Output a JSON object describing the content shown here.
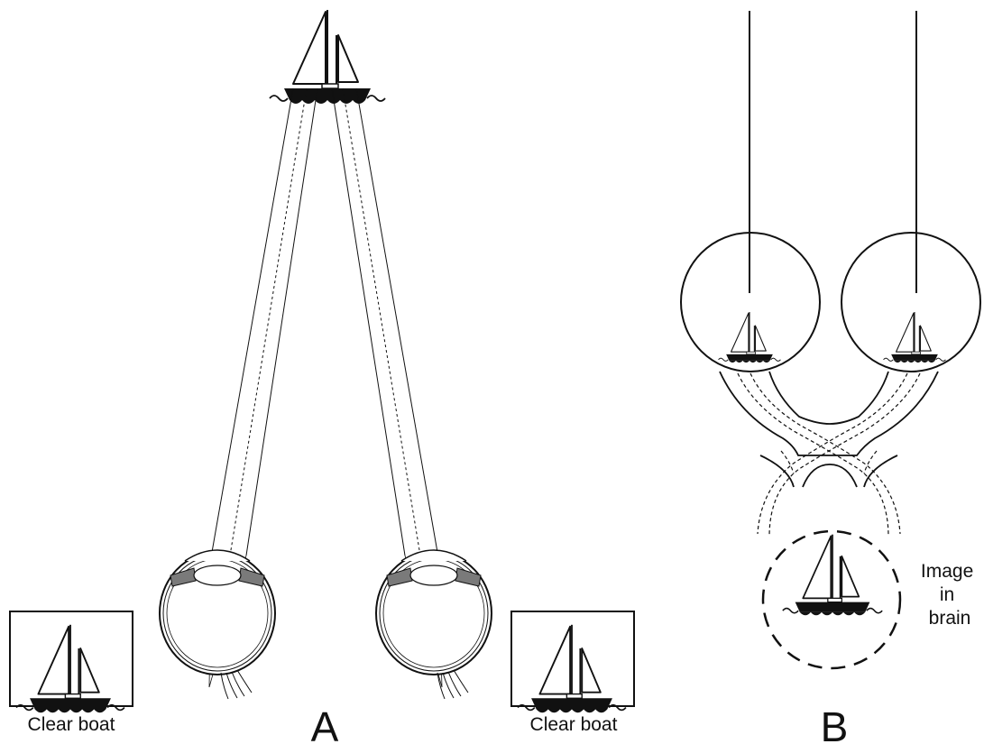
{
  "panels": {
    "a": {
      "letter": "A",
      "left_caption": "Clear boat",
      "right_caption": "Clear boat"
    },
    "b": {
      "letter": "B",
      "brain_label": [
        "Image",
        "in",
        "brain"
      ]
    }
  },
  "colors": {
    "ink": "#111111",
    "background": "#ffffff",
    "iris": "#7a7a7a"
  },
  "icons": [
    "sailboat-icon",
    "eyeball-icon",
    "optic-chiasm",
    "brain-circle"
  ]
}
